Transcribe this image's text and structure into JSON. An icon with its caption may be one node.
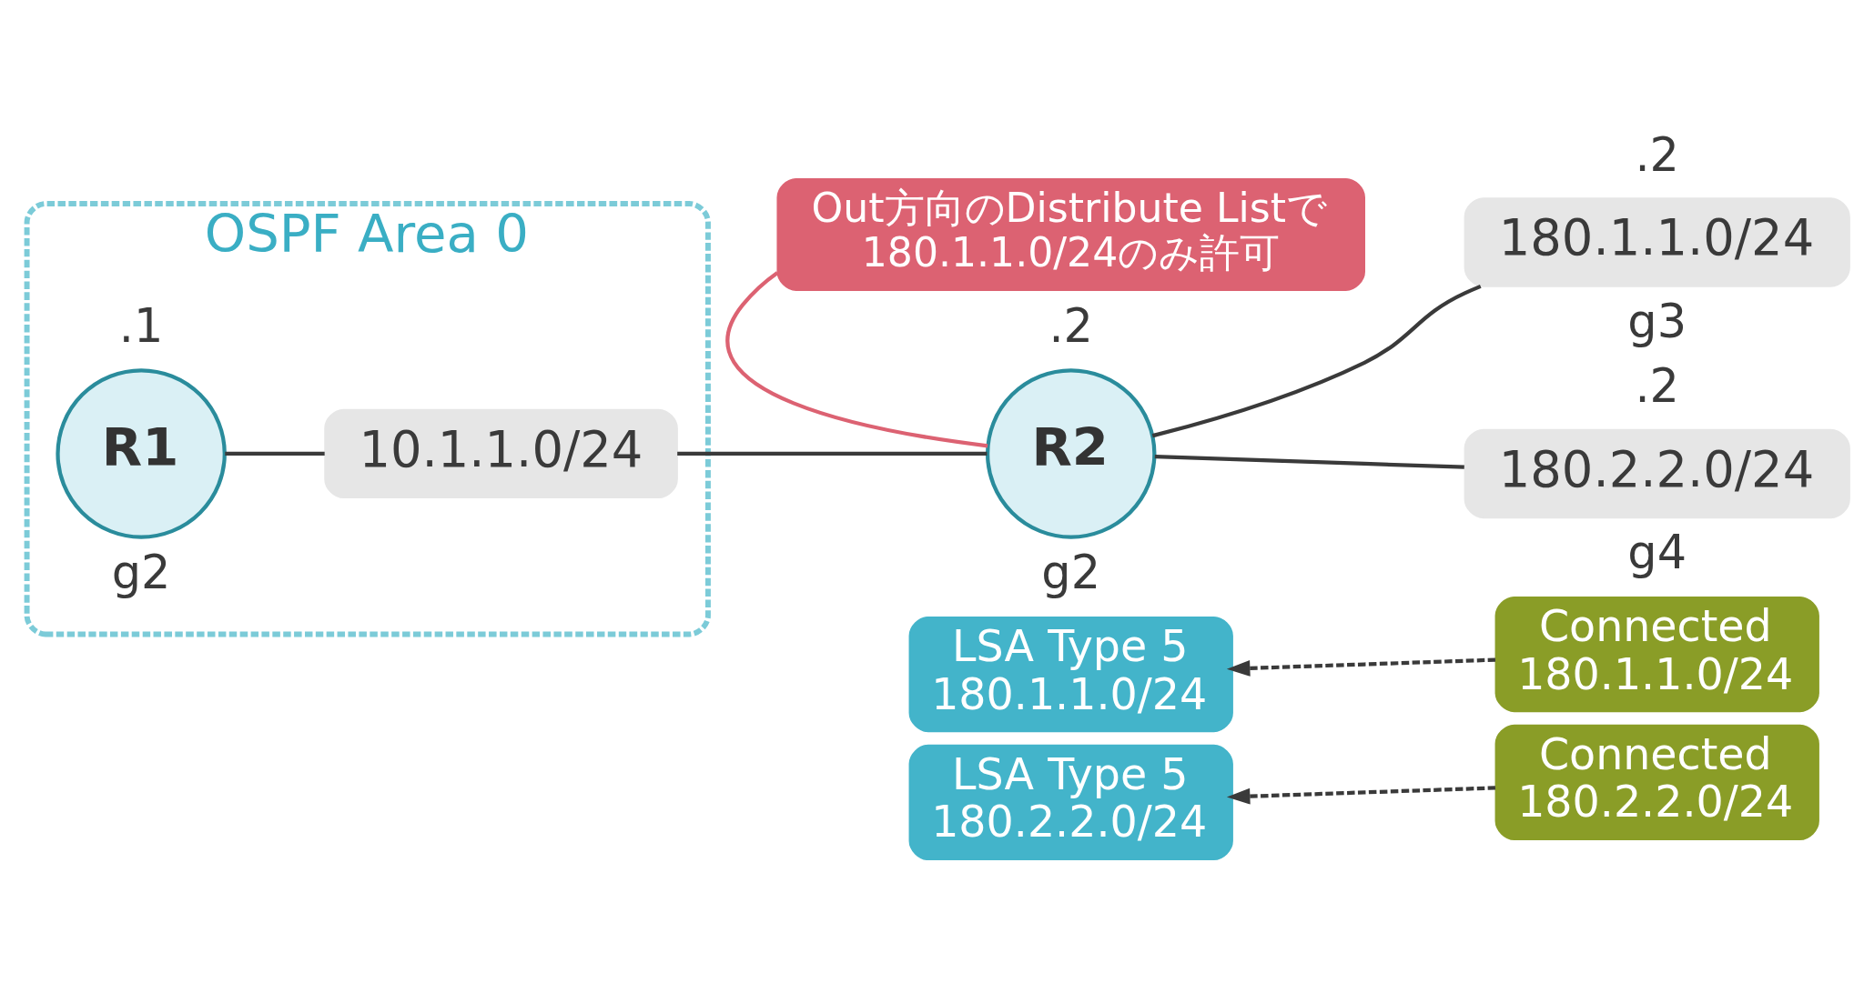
{
  "diagram": {
    "nodes": [
      {
        "text": [
          "Out方向のDistribute Listで180.1.1.0/24のみ許可"
        ]
      },
      {
        "text": [
          "OSPF Area 0"
        ]
      },
      {
        "text": [
          "R1"
        ],
        "in": 1
      },
      {
        "text": [
          "10.1.1.0/24"
        ],
        "in": 1
      },
      {
        "text": [
          "R2"
        ]
      },
      {
        "text": [
          "180.1.1.0/24"
        ]
      },
      {
        "text": [
          "180.2.2.0/24"
        ]
      },
      {
        "text": [
          "LSA Type 5",
          "180.1.1.0/24"
        ]
      },
      {
        "text": [
          "Connected",
          "180.1.1.0/24"
        ]
      },
      {
        "text": [
          "LSA Type 5",
          "180.2.2.0/24"
        ]
      },
      {
        "text": [
          "Connected",
          "180.2.2.0/24"
        ]
      }
    ],
    "edges": [
      {
        "from": 0,
        "to": 4,
        "arrow": "none",
        "color": "#dc6272"
      },
      {
        "from": 2,
        "to": 3,
        "arrow": "none"
      },
      {
        "from": 3,
        "to": 4,
        "arrow": "none"
      },
      {
        "from": 4,
        "to": 5,
        "arrow": "none"
      },
      {
        "from": 4,
        "to": 6,
        "arrow": "none"
      },
      {
        "from": 8,
        "to": 7,
        "arrow": "to",
        "style": "dashed"
      },
      {
        "from": 10,
        "to": 9,
        "arrow": "to",
        "style": "dashed"
      }
    ],
    "labels": [
      ".2",
      "g3",
      ".1",
      ".2",
      "g2",
      "g2",
      ".2",
      "g4"
    ]
  }
}
